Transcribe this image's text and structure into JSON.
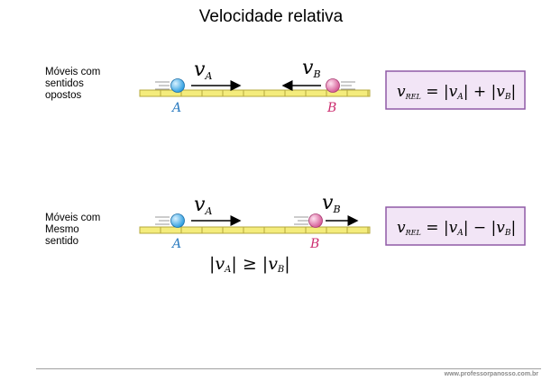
{
  "title": "Velocidade relativa",
  "cases": [
    {
      "label": "Móveis com\nsentidos\nopostos",
      "ball_a": "A",
      "ball_b": "B",
      "velocity_a": "vA",
      "velocity_b": "vB",
      "formula_lhs": "vREL",
      "formula_rhs": "= |vA| + |vB|"
    },
    {
      "label": "Móveis com\nMesmo\nsentido",
      "ball_a": "A",
      "ball_b": "B",
      "velocity_a": "vA",
      "velocity_b": "vB",
      "condition": "|vA| ≥ |vB|",
      "formula_lhs": "vREL",
      "formula_rhs": "= |vA| − |vB|"
    }
  ],
  "footer": "www.professorpanosso.com.br",
  "colors": {
    "track": "#f4ec7c",
    "track_border": "#b5a83c",
    "ball_a": "#4fb6ea",
    "ball_b": "#e889b8",
    "label_a": "#2b7bc0",
    "label_b": "#cc2d6f",
    "formula_box_fill": "#f2e5f6",
    "formula_box_border": "#8f5aa6"
  }
}
